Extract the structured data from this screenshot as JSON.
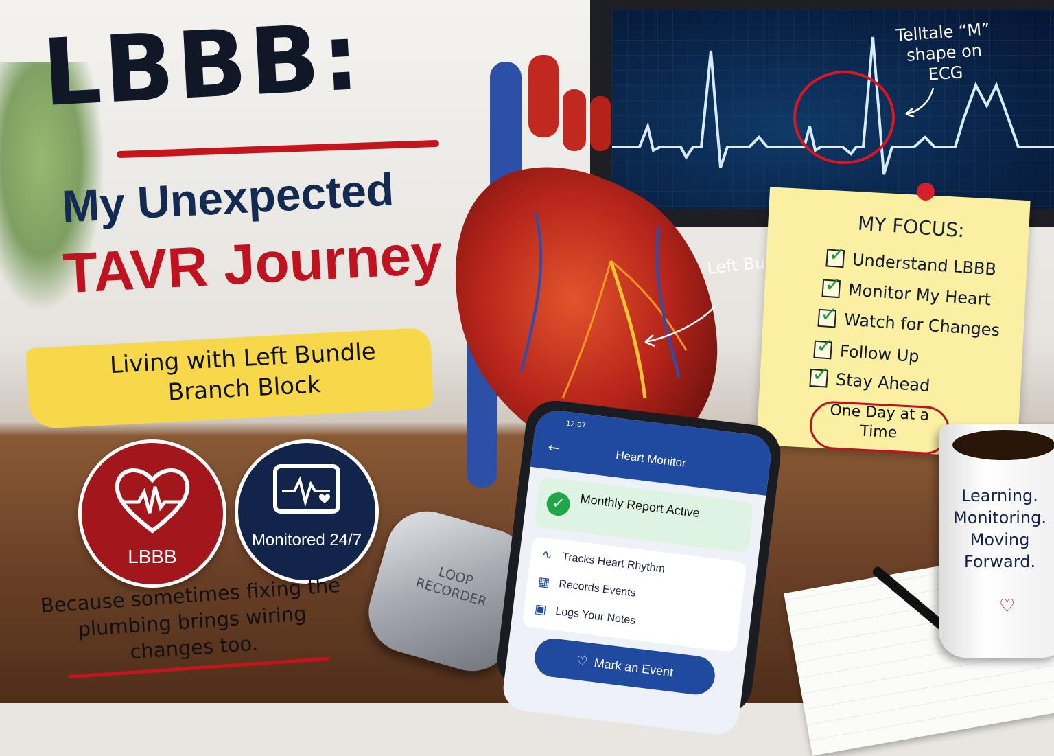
{
  "headline": {
    "line1": "LBBB:",
    "line2": "My Unexpected",
    "line3": "TAVR Journey"
  },
  "subtitle": "Living with Left Bundle Branch Block",
  "badges": {
    "lbbb": "LBBB",
    "monitored": "Monitored 24/7"
  },
  "tagline": "Because sometimes fixing the plumbing brings wiring changes too.",
  "ecg": {
    "callout": "Telltale “M” shape on ECG"
  },
  "heart": {
    "label": "Left Bundle Branch"
  },
  "sticky_note": {
    "title": "MY FOCUS:",
    "items": [
      "Understand LBBB",
      "Monitor My Heart",
      "Watch for Changes",
      "Follow Up",
      "Stay Ahead"
    ],
    "motto": "One Day at a Time"
  },
  "phone": {
    "time": "12:07",
    "title": "Heart Monitor",
    "report": "Monthly Report Active",
    "features": [
      "Tracks Heart Rhythm",
      "Records Events",
      "Logs Your Notes"
    ],
    "cta": "Mark an Event"
  },
  "loop_recorder": {
    "label": "LOOP RECORDER"
  },
  "mug": {
    "text": "Learning. Monitoring. Moving Forward."
  },
  "colors": {
    "navy": "#132a52",
    "red": "#c1121f",
    "highlight": "#f7d84a",
    "phone_blue": "#1f4aa0",
    "ecg_trace": "#cfe6ff"
  },
  "icons": {
    "heartbeat": "heart-pulse-icon",
    "monitor": "monitor-pulse-icon",
    "check": "check-icon",
    "pulse": "pulse-icon",
    "calendar": "calendar-icon",
    "notes": "notes-icon",
    "heart_outline": "heart-outline-icon"
  }
}
